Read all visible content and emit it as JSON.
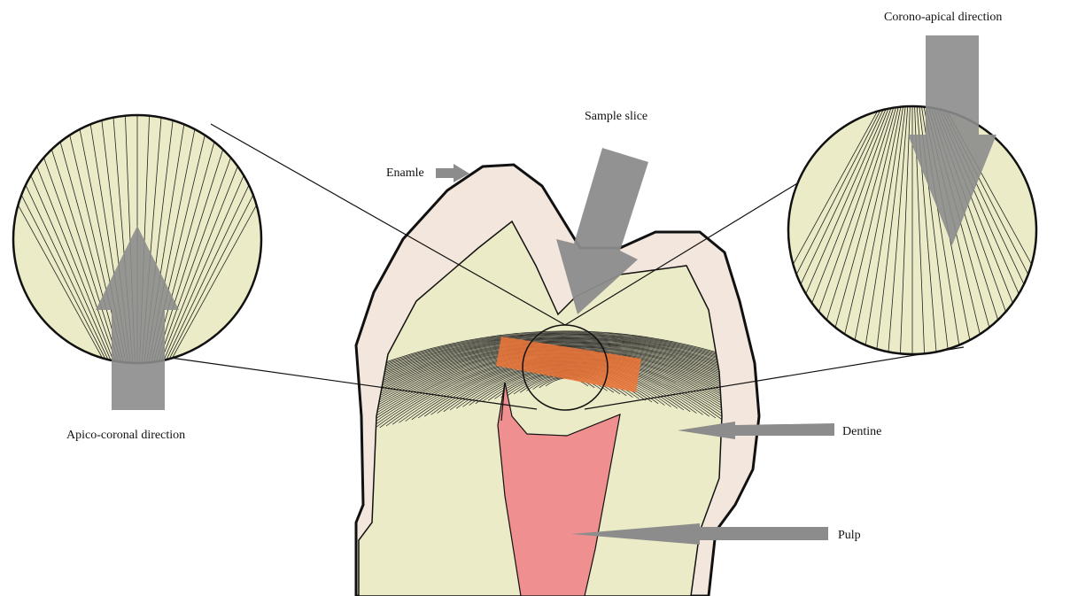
{
  "labels": {
    "corono_apical": "Corono-apical direction",
    "sample_slice": "Sample slice",
    "enamel": "Enamle",
    "apico_coronal": "Apico-coronal direction",
    "dentine": "Dentine",
    "pulp": "Pulp"
  },
  "colors": {
    "enamel": "#f3e6dc",
    "dentine": "#ecebc7",
    "pulp": "#ef8f8f",
    "slice": "#ef7637",
    "arrow": "#8c8c8c",
    "outline": "#111111"
  },
  "icons": [
    "enamel-arrow-icon",
    "sample-slice-arrow-icon",
    "corono-apical-arrow-icon",
    "apico-coronal-arrow-icon",
    "dentine-arrow-icon",
    "pulp-arrow-icon"
  ]
}
